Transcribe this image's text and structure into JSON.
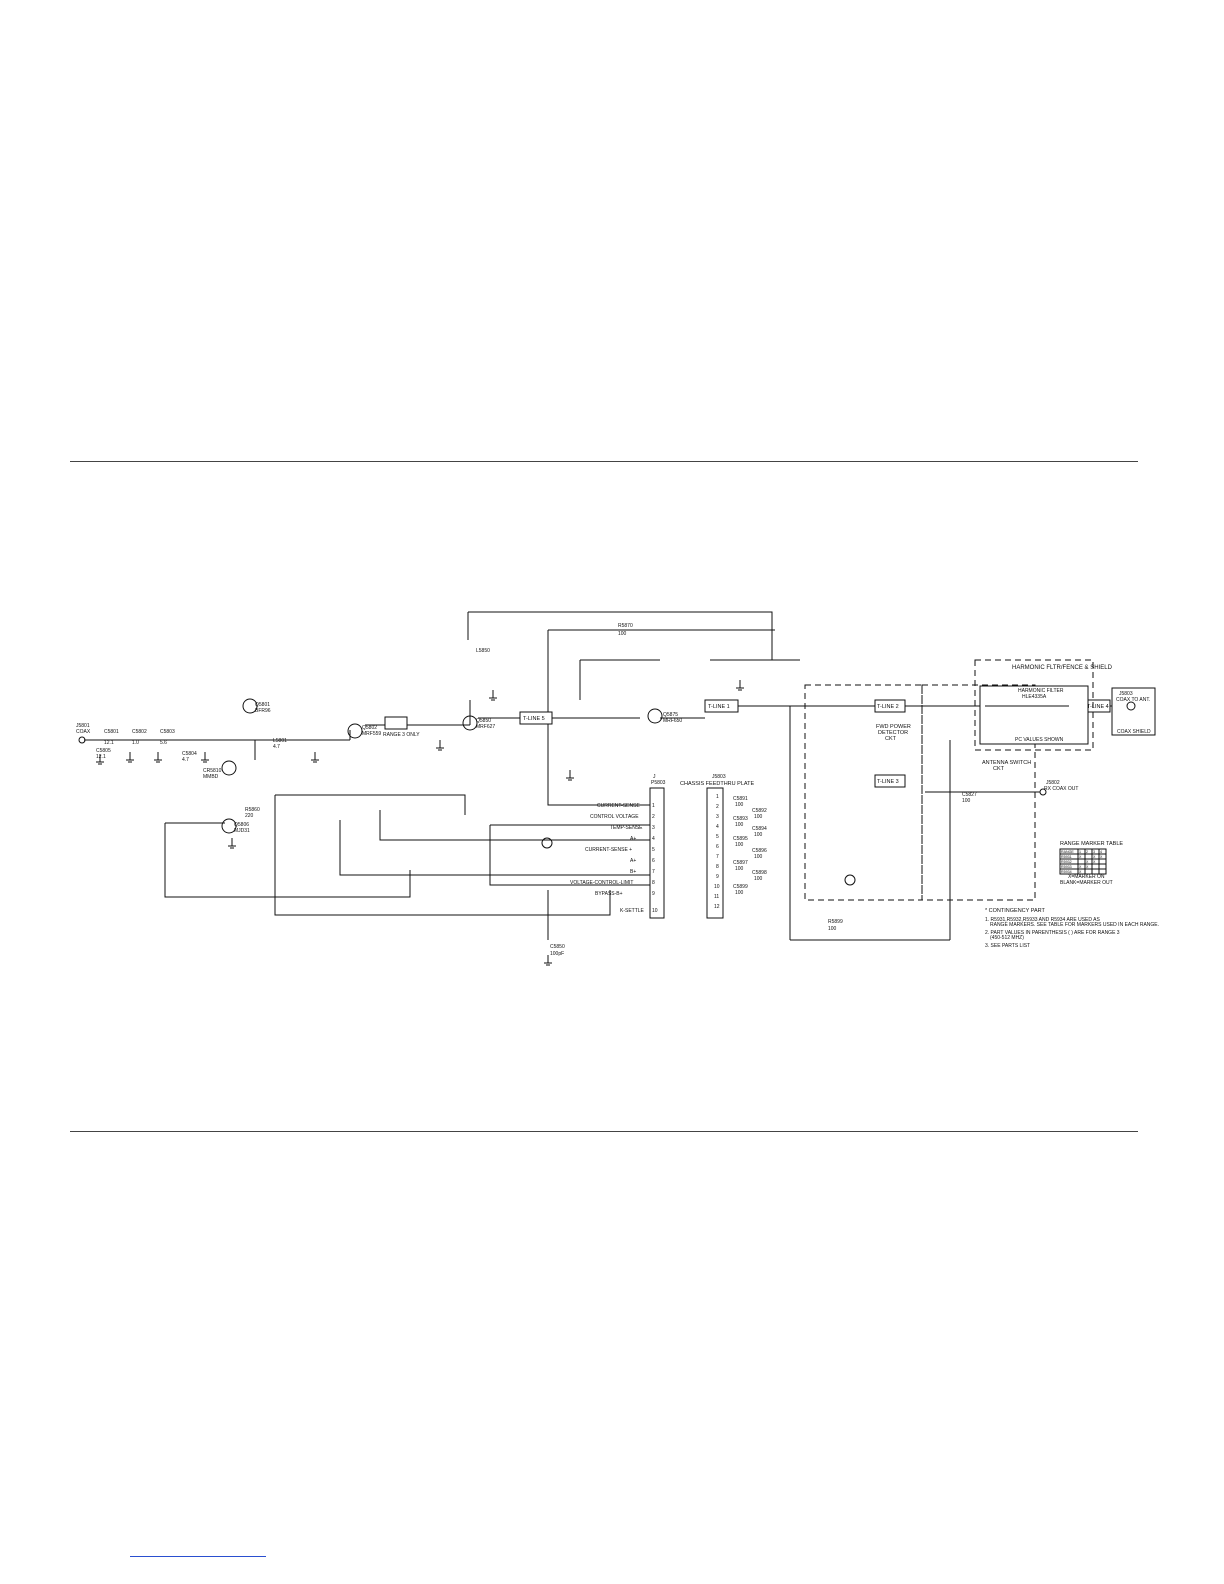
{
  "components": {
    "input": {
      "ref": "J5801",
      "desc": "COAX"
    },
    "cap_1": {
      "ref": "C5801",
      "value": "12.1"
    },
    "cap_2": {
      "ref": "C5802",
      "value": "1.0"
    },
    "cap_3": {
      "ref": "C5803",
      "value": "5.6"
    },
    "cap_4": {
      "ref": "C5804",
      "value": "4.7"
    },
    "cap_5": {
      "ref": "C5805",
      "value": "12.1"
    },
    "q_pre": {
      "ref": "Q5801",
      "type": "BFR96"
    },
    "q_driver": {
      "ref": "Q5802",
      "type": "MRF559"
    },
    "q_final": {
      "ref": "Q5850",
      "type": "MRF627"
    },
    "q_final2": {
      "ref": "Q5875",
      "type": "MRF650"
    },
    "q_bias": {
      "ref": "Q5806",
      "type": "MJD31"
    },
    "diode_bias": {
      "ref": "CR5810",
      "type": "MMBD"
    },
    "l_1": {
      "ref": "L5801",
      "value": "4.7"
    },
    "l_2": {
      "ref": "L5850",
      "value": ""
    },
    "r_bias": {
      "ref": "R5860",
      "value": "220"
    },
    "r_sense": {
      "ref": "R5870",
      "value": "100"
    },
    "tline_1": "T-LINE 1",
    "tline_2": "T-LINE 2",
    "tline_3": "T-LINE 3",
    "tline_4": "T-LINE 4",
    "tline_5": "T-LINE 5",
    "antenna_out": {
      "ref": "J5803",
      "desc": "COAX TO ANT."
    },
    "rx_out": {
      "ref": "J5802",
      "desc": "RX COAX OUT"
    },
    "coax_shield": "COAX SHIELD",
    "cap_out": {
      "ref": "C5827",
      "value": "100"
    },
    "r_dc": {
      "ref": "R5899",
      "value": "100"
    },
    "c_bypass": {
      "ref": "C5850",
      "value": "100pF"
    }
  },
  "blocks": {
    "harmonic_fence": "HARMONIC FLTR/FENCE & SHIELD",
    "harmonic_filter": {
      "title": "HARMONIC FILTER",
      "subtitle": "HLE4335A"
    },
    "filter_note": "PC VALUES SHOWN",
    "fwd_detector": {
      "line1": "FWD POWER",
      "line2": "DETECTOR",
      "line3": "CKT"
    },
    "antenna_switch": {
      "line1": "ANTENNA SWITCH",
      "line2": "CKT"
    },
    "range_note": "RANGE 3 ONLY"
  },
  "connectors": {
    "p5803": {
      "ref": "J",
      "name": "P5803"
    },
    "feedthru": {
      "ref": "J5803",
      "name": "CHASSIS FEEDTHRU PLATE"
    },
    "pins": [
      {
        "num": "1",
        "label": "CURRENT-SENSE"
      },
      {
        "num": "2",
        "label": "CONTROL VOLTAGE"
      },
      {
        "num": "3",
        "label": "TEMP-SENSE"
      },
      {
        "num": "4",
        "label": "A+"
      },
      {
        "num": "5",
        "label": "CURRENT-SENSE +"
      },
      {
        "num": "6",
        "label": "A+"
      },
      {
        "num": "7",
        "label": "B+"
      },
      {
        "num": "8",
        "label": "VOLTAGE-CONTROL-LIMIT"
      },
      {
        "num": "9",
        "label": "BYPASS-B+"
      },
      {
        "num": "10",
        "label": "K-SETTLE"
      }
    ],
    "feed_pins": [
      "1",
      "2",
      "3",
      "4",
      "5",
      "6",
      "7",
      "8",
      "9",
      "10",
      "11",
      "12"
    ],
    "feed_caps": [
      {
        "ref": "C5891",
        "value": "100"
      },
      {
        "ref": "C5892",
        "value": "100"
      },
      {
        "ref": "C5893",
        "value": "100"
      },
      {
        "ref": "C5894",
        "value": "100"
      },
      {
        "ref": "C5895",
        "value": "100"
      },
      {
        "ref": "C5896",
        "value": "100"
      },
      {
        "ref": "C5897",
        "value": "100"
      },
      {
        "ref": "C5898",
        "value": "100"
      },
      {
        "ref": "C5899",
        "value": "100"
      }
    ]
  },
  "range_table": {
    "title": "RANGE MARKER TABLE",
    "headers": [
      "RANGE",
      "1",
      "2",
      "3",
      "4"
    ],
    "rows": [
      [
        "R5931",
        "X",
        "",
        "X",
        "X"
      ],
      [
        "R5932",
        "",
        "X",
        "X",
        ""
      ],
      [
        "R5933",
        "X",
        "X",
        "",
        ""
      ],
      [
        "R5934",
        "X",
        "",
        "",
        ""
      ]
    ],
    "footer1": "X=MARKER ON",
    "footer2": "BLANK=MARKER OUT"
  },
  "notes": {
    "title": "* CONTINGENCY PART",
    "n1a": "1. R5931,R5932,R5933 AND R5934 ARE USED AS",
    "n1b": "RANGE MARKERS. SEE TABLE FOR MARKERS USED IN EACH RANGE.",
    "n2a": "2. PART VALUES IN PARENTHESIS ( ) ARE FOR RANGE 3",
    "n2b": "(450-512 MHZ)",
    "n3": "3. SEE PARTS LIST"
  }
}
